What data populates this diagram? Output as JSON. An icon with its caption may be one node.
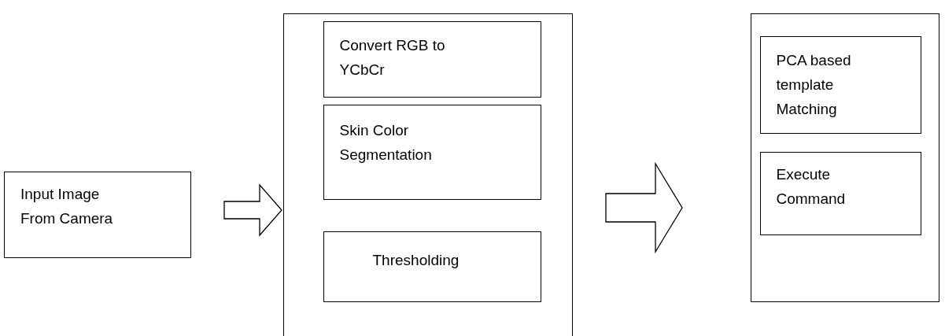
{
  "diagram": {
    "nodes": [
      {
        "text": [
          "Input Image From Camera"
        ]
      },
      {
        "text": [],
        "shape": "box"
      },
      {
        "text": [
          "Convert RGB to YCbCr"
        ],
        "in": 1
      },
      {
        "text": [
          "Skin Color Segmentation"
        ],
        "in": 1
      },
      {
        "text": [
          "Thresholding"
        ],
        "in": 1
      },
      {
        "text": [],
        "shape": "box"
      },
      {
        "text": [
          "PCA based template Matching"
        ],
        "in": 5
      },
      {
        "text": [
          "Execute Command"
        ],
        "in": 5
      }
    ],
    "edges": [
      {
        "from": 0,
        "to": 1,
        "arrow": "to"
      },
      {
        "from": 1,
        "to": 5,
        "arrow": "to"
      }
    ]
  }
}
